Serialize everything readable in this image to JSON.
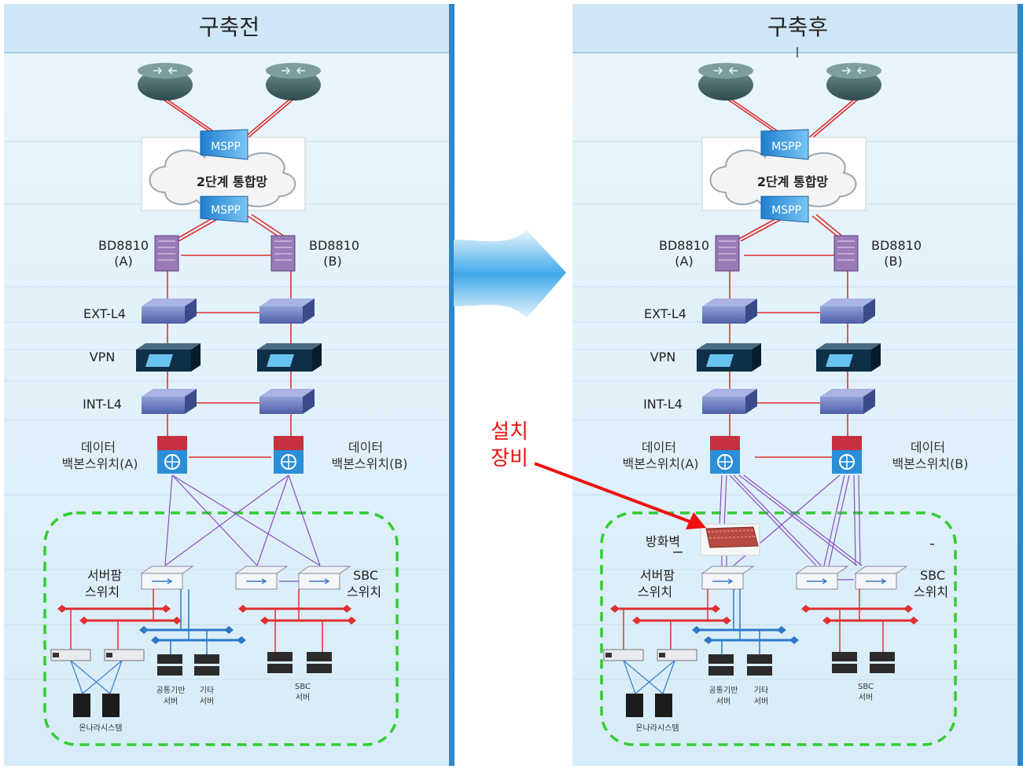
{
  "panels": {
    "before": {
      "title": "구축전",
      "cloud_label": "2단계 통합망",
      "mspp_top": "MSPP",
      "mspp_bottom": "MSPP",
      "bd_a_name": "BD8810",
      "bd_a_sub": "(A)",
      "bd_b_name": "BD8810",
      "bd_b_sub": "(B)",
      "ext_l4": "EXT-L4",
      "vpn": "VPN",
      "int_l4": "INT-L4",
      "backbone_a_line1": "데이터",
      "backbone_a_line2": "백본스위치(A)",
      "backbone_b_line1": "데이터",
      "backbone_b_line2": "백본스위치(B)",
      "serverfarm_line1": "서버팜",
      "serverfarm_line2": "스위치",
      "sbc_line1": "SBC",
      "sbc_line2": "스위치",
      "common_line1": "공통기반",
      "common_line2": "서버",
      "other_line1": "기타",
      "other_line2": "서버",
      "sbcserver_line1": "SBC",
      "sbcserver_line2": "서버",
      "onnara": "온나라시스템"
    },
    "after": {
      "title": "구축후",
      "cloud_label": "2단계 통합망",
      "mspp_top": "MSPP",
      "mspp_bottom": "MSPP",
      "bd_a_name": "BD8810",
      "bd_a_sub": "(A)",
      "bd_b_name": "BD8810",
      "bd_b_sub": "(B)",
      "ext_l4": "EXT-L4",
      "vpn": "VPN",
      "int_l4": "INT-L4",
      "backbone_a_line1": "데이터",
      "backbone_a_line2": "백본스위치(A)",
      "backbone_b_line1": "데이터",
      "backbone_b_line2": "백본스위치(B)",
      "firewall": "방화벽",
      "serverfarm_line1": "서버팜",
      "serverfarm_line2": "스위치",
      "sbc_line1": "SBC",
      "sbc_line2": "스위치",
      "common_line1": "공통기반",
      "common_line2": "서버",
      "other_line1": "기타",
      "other_line2": "서버",
      "sbcserver_line1": "SBC",
      "sbcserver_line2": "서버",
      "onnara": "온나라시스템"
    }
  },
  "callout": {
    "line1": "설치",
    "line2": "장비"
  },
  "colors": {
    "panel_bg": "#dff0fa",
    "title_bar": "#cfe6f6",
    "red_link": "#e03030",
    "purple_link": "#8a4fc0",
    "blue_link": "#2c78c8",
    "green_zone": "#33cc33",
    "callout_red": "#ee1111",
    "arrow_blue": "#3fa9e8"
  }
}
